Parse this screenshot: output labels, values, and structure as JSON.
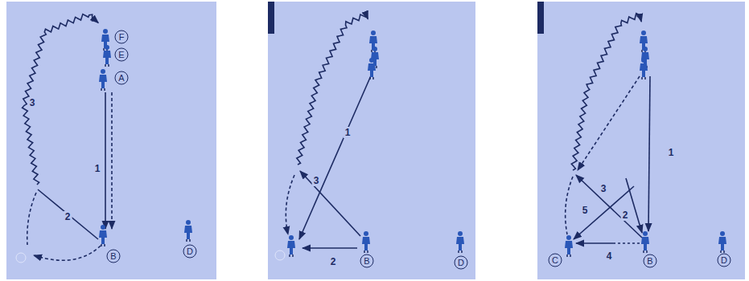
{
  "diagram": {
    "labels": [
      "F",
      "E",
      "A",
      "1",
      "3",
      "2",
      "B",
      "D",
      "1",
      "3",
      "2",
      "B",
      "D",
      "1",
      "2",
      "3",
      "5",
      "4",
      "C",
      "B",
      "D"
    ]
  }
}
